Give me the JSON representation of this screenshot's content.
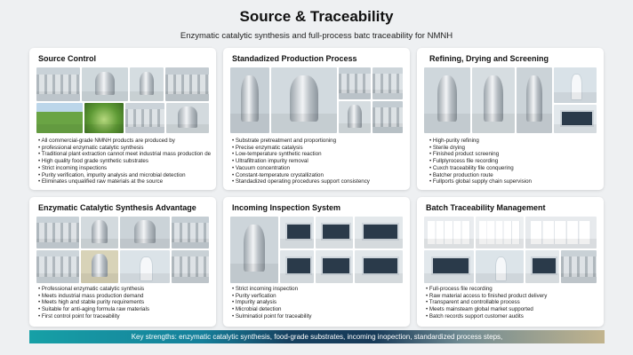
{
  "header": {
    "title": "Source & Traceability",
    "subtitle": "Enzymatic catalytic synthesis and full-process batc traceability for NMNH"
  },
  "cards": [
    {
      "title": "Source Control",
      "bullets": [
        "All commercial-grade NMNH products are produced by",
        "professional enzymatic catalytic synthesis",
        "Traditional plant extraction cannot meet industrial mass production demand",
        "High quality food grade synthetic substrates",
        "Strict incoming inspections",
        "Purity verification, impurity analysis and microbial detection",
        "Eliminates unqualified raw materials at the source"
      ]
    },
    {
      "title": "Standadized Production Process",
      "bullets": [
        "Substrate pretreatment and proportioning",
        "Precise enzymatic catalysis",
        "Low-temperature synthetic reaction",
        "Ultrafiltration impurity removal",
        "Vacuum concentration",
        "Constant-temperature crystallization",
        "Standadized operating procedures support consistency"
      ]
    },
    {
      "title": "Refining, Drying and Screening",
      "bullets": [
        "High-purity refining",
        "Sterile drying",
        "Finished product screening",
        "Fullplyrocess file recording",
        "Cuxch traceability file conquering",
        "Batcher production route",
        "Fullports global supply chain supervision"
      ]
    },
    {
      "title": "Enzymatic Catalytic Synthesis Advantage",
      "bullets": [
        "Professional enzymatic catalytic synthesis",
        "Meets industrial mass production demand",
        "Meets high and stable purity requirements",
        "Suitable for anti-aging formula raw materials",
        "First control point for traceability"
      ]
    },
    {
      "title": "Incoming Inspection System",
      "bullets": [
        "Strict incoming inspection",
        "Purity verfication",
        "Impurity analysis",
        "Microbial detection",
        "Sulminatiol point for traceability"
      ]
    },
    {
      "title": "Batch Traceability Management",
      "bullets": [
        "Full-process file recording",
        "Raw material access to finished product delivery",
        "Transparent and controllable process",
        "Meets mainsteam global market supported",
        "Batch records support customer audits"
      ]
    }
  ],
  "footer": {
    "text": "Key strengths: enzymatic catalytic synthesis, food-grade substrates, incoming inopection, standardized process steps,"
  },
  "colors": {
    "background": "#eef0f2",
    "card": "#ffffff",
    "bar_start": "#16a0a6",
    "bar_mid": "#173a58",
    "bar_end": "#c2b48e"
  }
}
